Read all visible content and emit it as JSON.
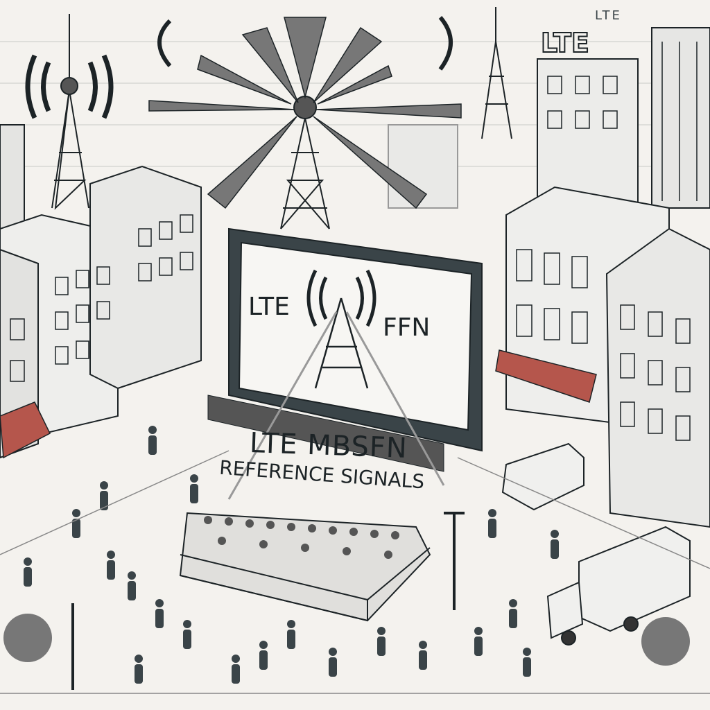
{
  "texts": {
    "top_label": "LTE",
    "building_sign": "LTE",
    "screen_left": "LTE",
    "screen_right": "FFN",
    "caption_line1": "LTE MBSFN",
    "caption_line2": "REFERENCE SIGNALS"
  },
  "colors": {
    "paper": "#f4f2ee",
    "ink": "#1c2326",
    "awning_red": "#b5564c"
  }
}
